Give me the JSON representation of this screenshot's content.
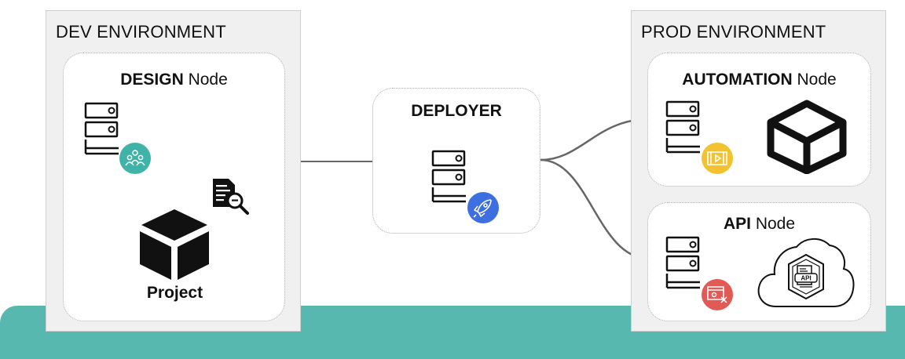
{
  "dev_env": {
    "title": "DEV ENVIRONMENT"
  },
  "prod_env": {
    "title": "PROD ENVIRONMENT"
  },
  "design_node": {
    "title_bold": "DESIGN",
    "title_rest": " Node"
  },
  "project": {
    "label": "Project"
  },
  "deployer": {
    "title": "DEPLOYER"
  },
  "automation_node": {
    "title_bold": "AUTOMATION",
    "title_rest": " Node"
  },
  "api_node": {
    "title_bold": "API",
    "title_rest": " Node",
    "cloud_badge": "API"
  },
  "colors": {
    "band": "#57b8b0",
    "design_badge": "#3fb3a7",
    "deployer_badge": "#3d6fe0",
    "automation_badge": "#f2c230",
    "api_badge": "#e25a55"
  },
  "icons": {
    "design_badge": "team-icon",
    "deployer_badge": "rocket-icon",
    "automation_badge": "film-play-icon",
    "api_badge": "code-window-icon",
    "project": "cube-icon",
    "document": "document-search-icon",
    "automation_box": "cube-outline-icon",
    "api_cloud": "cloud-api-icon"
  }
}
